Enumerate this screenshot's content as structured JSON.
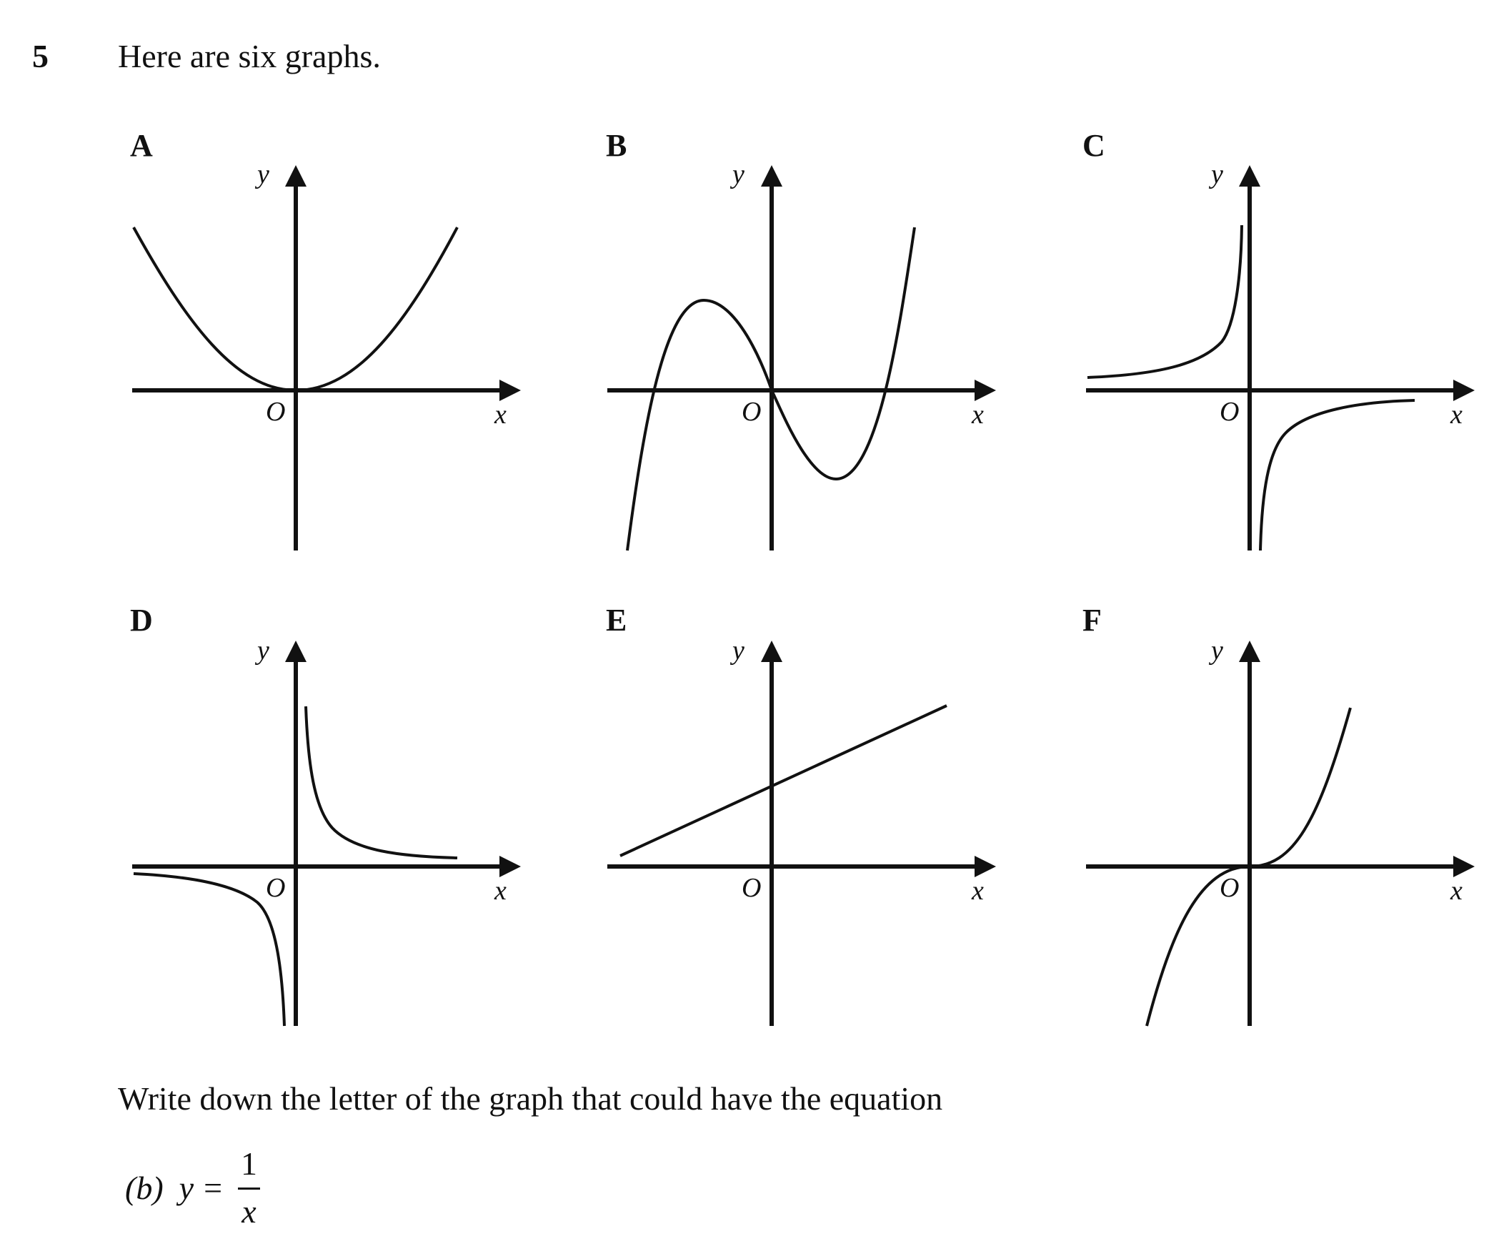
{
  "question": {
    "number": "5",
    "intro": "Here are six graphs.",
    "prompt": "Write down the letter of the graph that could have the equation",
    "part": {
      "tag": "(b)",
      "variable": "y",
      "equals": "=",
      "numerator": "1",
      "denominator": "x"
    }
  },
  "graphs": [
    {
      "label": "A",
      "curve": "parabola",
      "x_axis": "x",
      "y_axis": "y",
      "origin": "O"
    },
    {
      "label": "B",
      "curve": "cubic-three-roots",
      "x_axis": "x",
      "y_axis": "y",
      "origin": "O"
    },
    {
      "label": "C",
      "curve": "reciprocal-negative",
      "x_axis": "x",
      "y_axis": "y",
      "origin": "O"
    },
    {
      "label": "D",
      "curve": "reciprocal-positive",
      "x_axis": "x",
      "y_axis": "y",
      "origin": "O"
    },
    {
      "label": "E",
      "curve": "straight-line",
      "x_axis": "x",
      "y_axis": "y",
      "origin": "O"
    },
    {
      "label": "F",
      "curve": "cubic-x3",
      "x_axis": "x",
      "y_axis": "y",
      "origin": "O"
    }
  ],
  "colors": {
    "ink": "#111111",
    "background": "#ffffff"
  }
}
